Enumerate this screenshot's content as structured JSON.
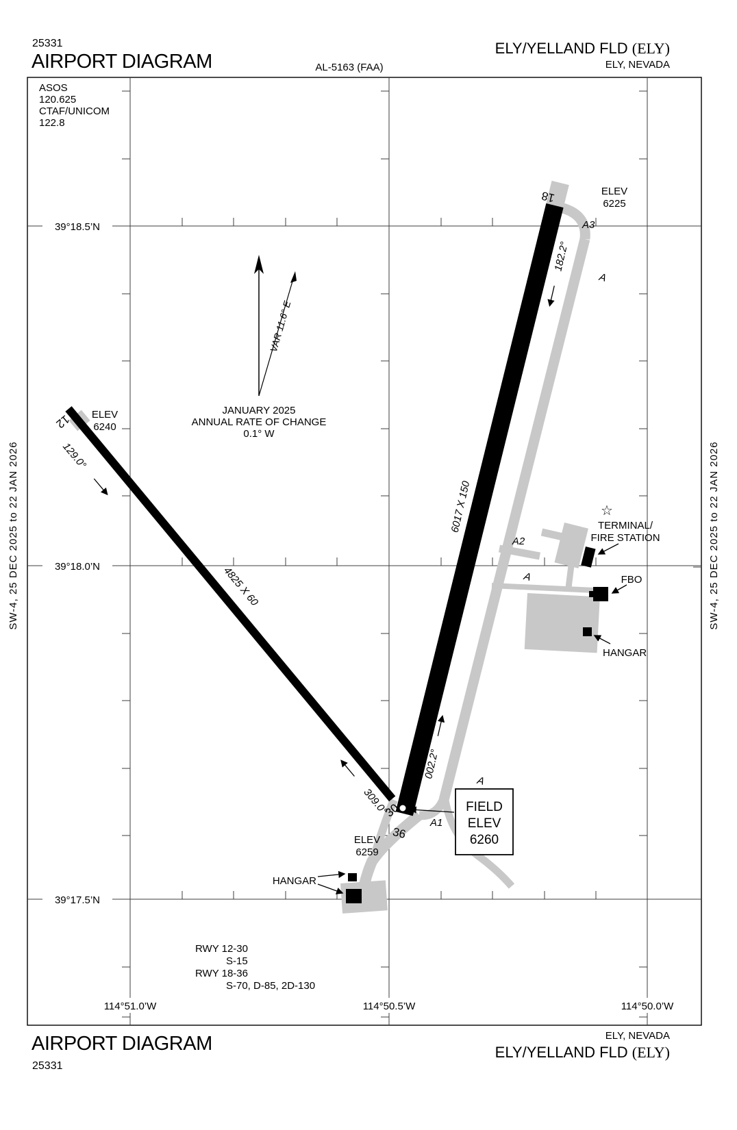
{
  "header": {
    "kicker": "25331",
    "title": "AIRPORT DIAGRAM",
    "chart_ref": "AL-5163 (FAA)",
    "airport_name": "ELY/YELLAND FLD ",
    "airport_id": "(ELY)",
    "city": "ELY, NEVADA"
  },
  "footer": {
    "title": "AIRPORT DIAGRAM",
    "kicker": "25331",
    "city": "ELY, NEVADA",
    "airport_name": "ELY/YELLAND FLD ",
    "airport_id": "(ELY)"
  },
  "band": {
    "text": "SW-4,  25 DEC 2025  to  22 JAN 2026"
  },
  "comm_box": {
    "lines": [
      "ASOS",
      "120.625",
      "CTAF/UNICOM",
      "122.8"
    ]
  },
  "grid": {
    "latitudes": [
      "39°18.5’N",
      "39°18.0’N",
      "39°17.5’N"
    ],
    "longitudes": [
      "114°51.0’W",
      "114°50.5’W",
      "114°50.0’W"
    ]
  },
  "compass": {
    "variation": "VAR 11.6° E",
    "date": "JANUARY 2025",
    "rate_label": "ANNUAL RATE OF CHANGE",
    "rate_value": "0.1° W"
  },
  "runway_18_36": {
    "number_18": "18",
    "number_36": "36",
    "heading_18": "182.2°",
    "heading_36": "002.2°",
    "dimensions": "6017 X 150",
    "elev_18_label": "ELEV",
    "elev_18_value": "6225"
  },
  "runway_12_30": {
    "number_12": "12",
    "number_30": "30",
    "heading_12": "129.0°",
    "heading_30": "309.0°",
    "dimensions": "4825 X 60",
    "elev_12_label": "ELEV",
    "elev_12_value": "6240",
    "elev_30_label": "ELEV",
    "elev_30_value": "6259"
  },
  "field_elev_box": {
    "line1": "FIELD",
    "line2": "ELEV",
    "line3": "6260"
  },
  "taxiways": {
    "a3": "A3",
    "a2": "A2",
    "a1": "A1",
    "a_top": "A",
    "a_mid": "A",
    "a_bottom": "A"
  },
  "facilities": {
    "star_glyph": "☆",
    "terminal_line1": "TERMINAL/",
    "terminal_line2": "FIRE STATION",
    "fbo": "FBO",
    "hangar_right": "HANGAR",
    "hangar_left": "HANGAR"
  },
  "runway_data": {
    "lines": [
      "RWY 12-30",
      "S-15",
      "RWY 18-36",
      "S-70, D-85, 2D-130"
    ]
  },
  "colors": {
    "pavement_gray": "#c8c8c8",
    "ink": "#000000"
  }
}
